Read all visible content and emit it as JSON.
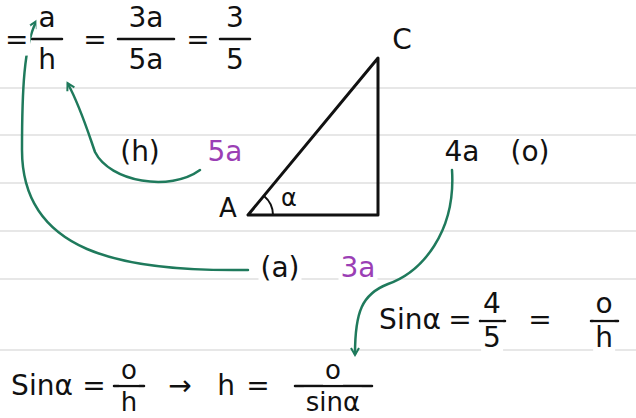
{
  "diagram": {
    "labels": [
      "=",
      "a",
      "h",
      "=",
      "3a",
      "5a",
      "=",
      "3",
      "5",
      "C",
      "A",
      "α",
      "(h)",
      "5a",
      "4a",
      "(o)",
      "(a)",
      "3a",
      "Sinα",
      "=",
      "4",
      "5",
      "=",
      "o",
      "h",
      "Sinα",
      "=",
      "o",
      "h",
      "→",
      "h",
      "=",
      "o",
      "sinα"
    ]
  }
}
